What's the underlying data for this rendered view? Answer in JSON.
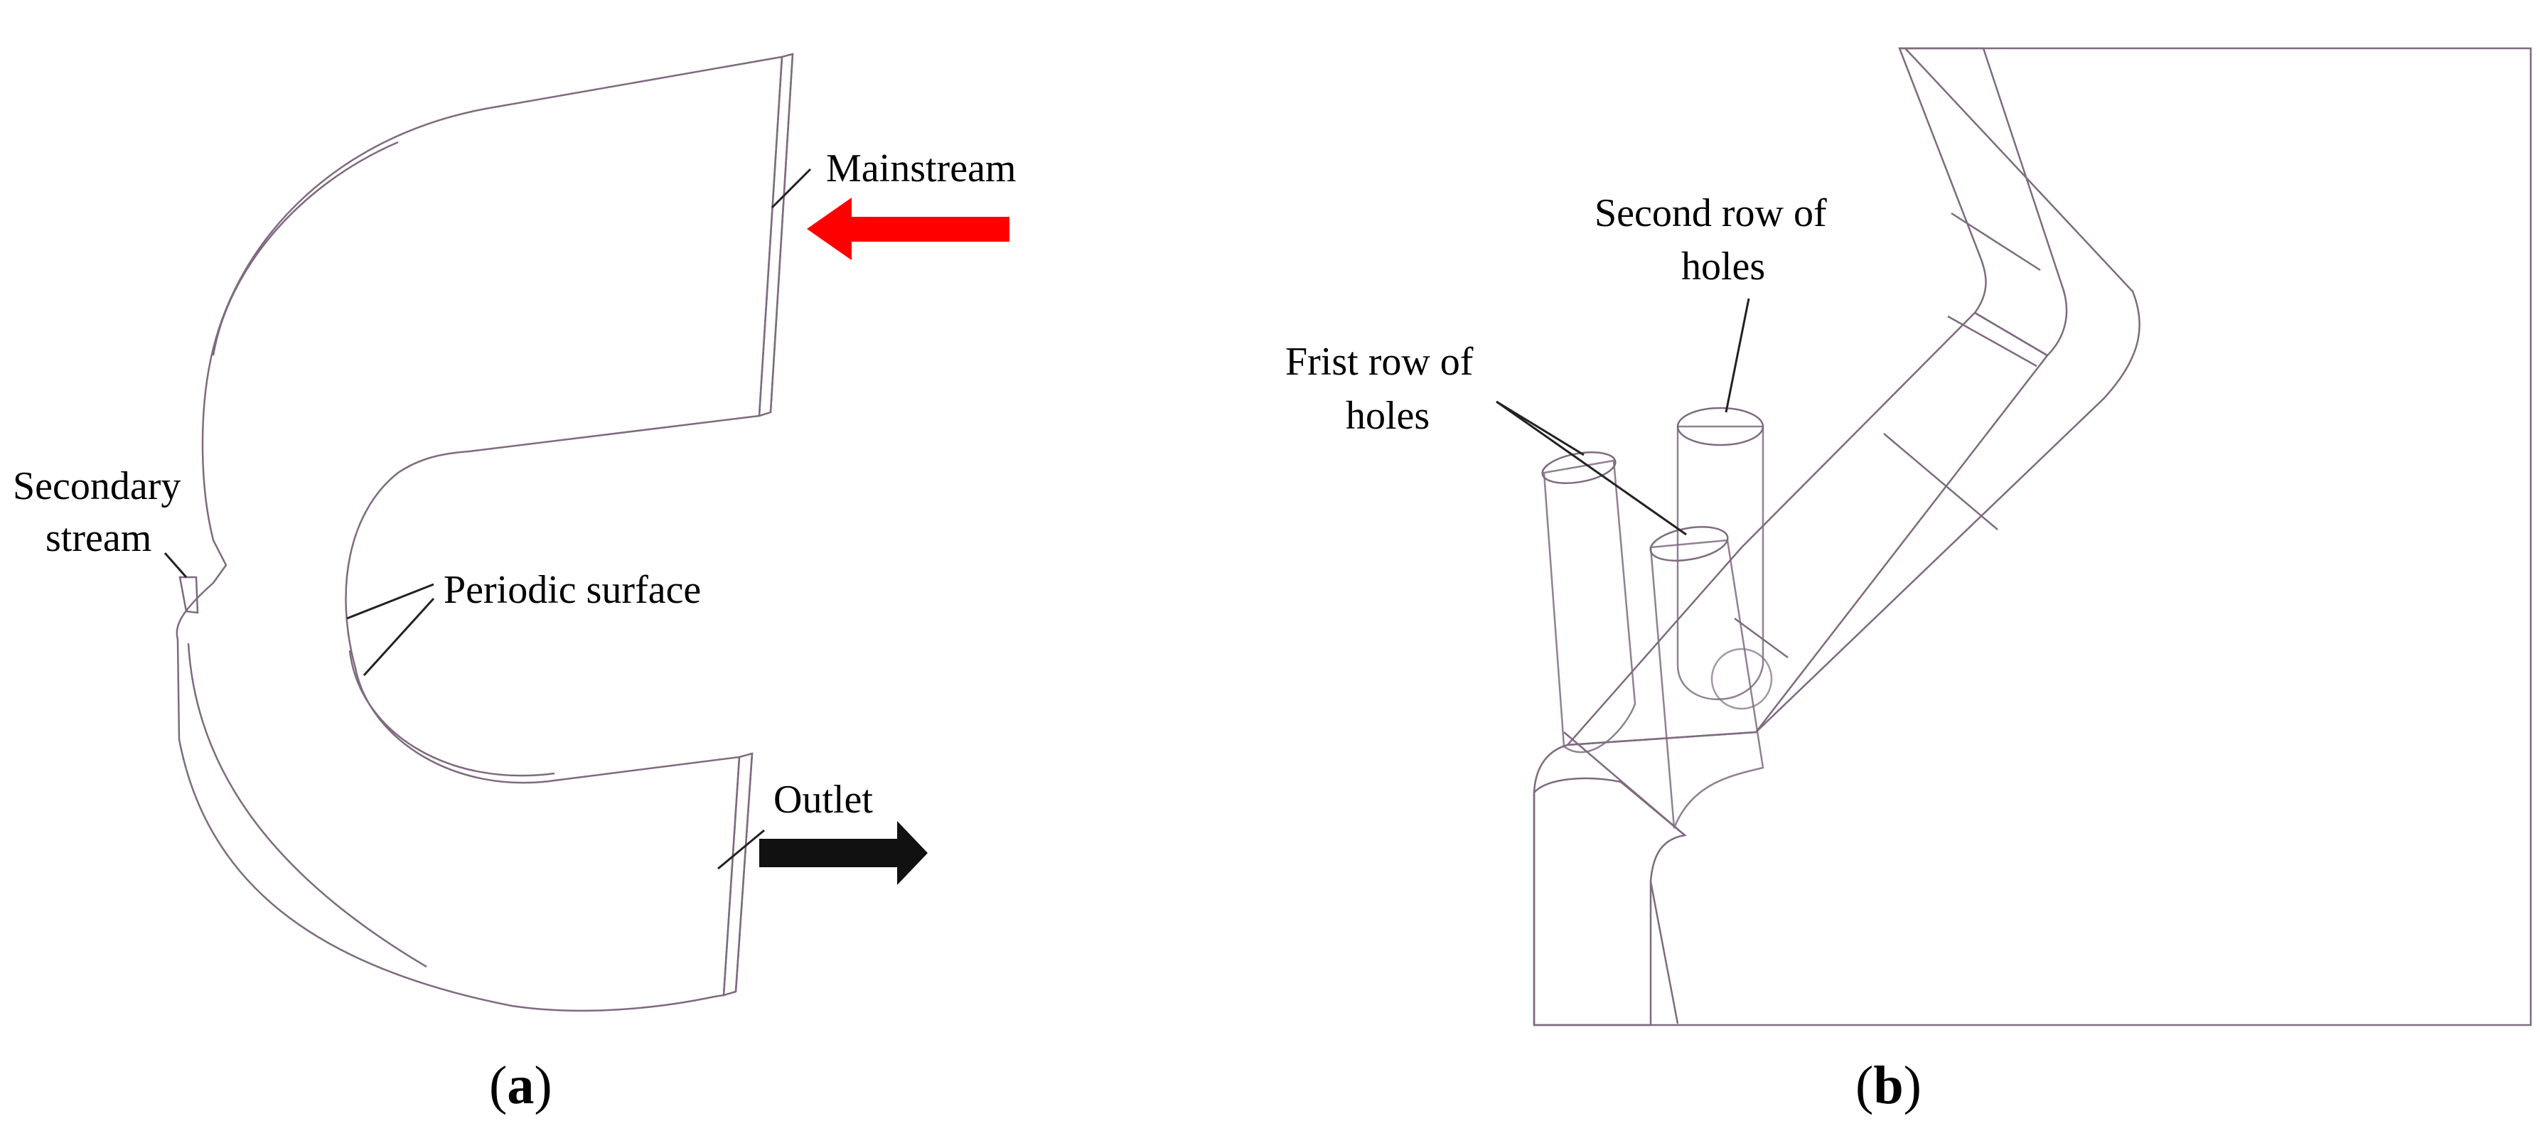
{
  "colors": {
    "body_fill": "#d7c2d6",
    "body_face_dark": "#cbb3cb",
    "edge": "#7f6a80",
    "hole_fill": "#d9c6da",
    "mainstream_arrow": "#ff0000",
    "outlet_arrow": "#111111"
  },
  "panel_a": {
    "label_prefix": "(",
    "label_letter": "a",
    "label_suffix": ")",
    "mainstream": "Mainstream",
    "secondary_line1": "Secondary",
    "secondary_line2": "stream",
    "periodic": "Periodic surface",
    "outlet": "Outlet"
  },
  "panel_b": {
    "label_prefix": "(",
    "label_letter": "b",
    "label_suffix": ")",
    "second_row_line1": "Second row of",
    "second_row_line2": "holes",
    "first_row_line1": "Frist row of",
    "first_row_line2": "holes"
  }
}
